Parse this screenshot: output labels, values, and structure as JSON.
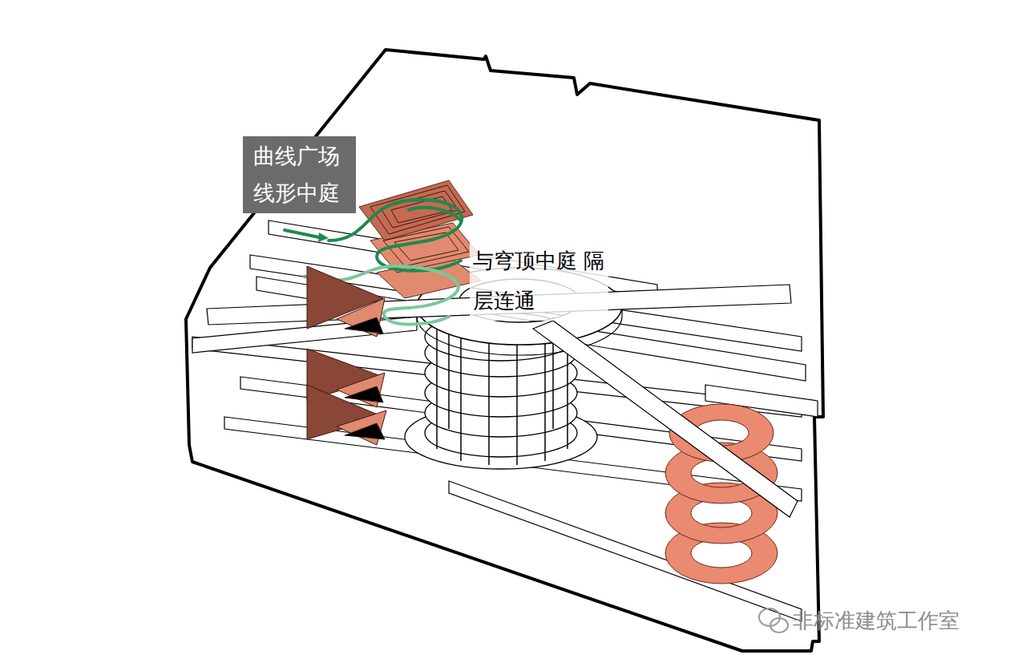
{
  "diagram": {
    "nodes": [
      {
        "text": [
          "曲线广场 线形中庭"
        ]
      }
    ],
    "labels": [
      "与穹顶中庭 隔层连通",
      "非标准建筑工作室"
    ]
  }
}
